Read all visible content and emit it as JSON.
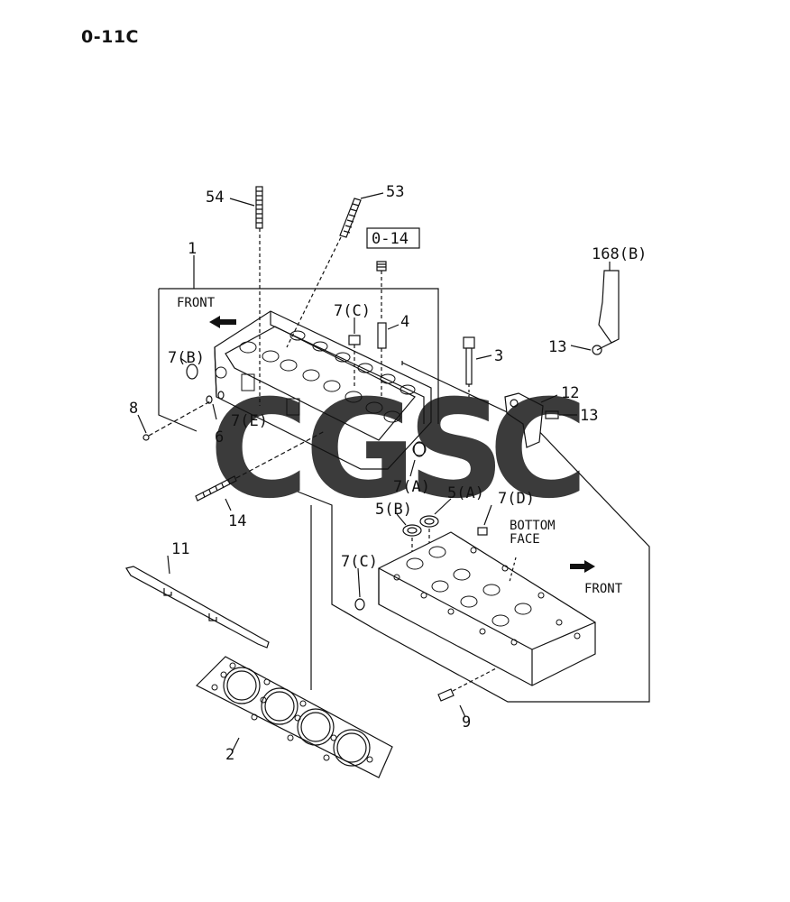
{
  "page_id": "0-11C",
  "ref_box": "0-14",
  "notes": {
    "front_top": "FRONT",
    "front_bottom": "FRONT",
    "bottom_face_line1": "BOTTOM",
    "bottom_face_line2": "FACE"
  },
  "callouts": {
    "c1": "1",
    "c2": "2",
    "c3": "3",
    "c4": "4",
    "c5a": "5(A)",
    "c5b": "5(B)",
    "c6": "6",
    "c7a": "7(A)",
    "c7b": "7(B)",
    "c7c_top": "7(C)",
    "c7c_bottom": "7(C)",
    "c7d": "7(D)",
    "c7e": "7(E)",
    "c8": "8",
    "c9": "9",
    "c11": "11",
    "c12": "12",
    "c13_left": "13",
    "c13_right": "13",
    "c14": "14",
    "c53": "53",
    "c54": "54",
    "c168b": "168(B)"
  },
  "watermark": {
    "letters": [
      "C",
      "G",
      "S",
      "C"
    ],
    "colors": [
      "#4a8ff0",
      "#f07070",
      "#f8d050",
      "#40b080"
    ]
  }
}
